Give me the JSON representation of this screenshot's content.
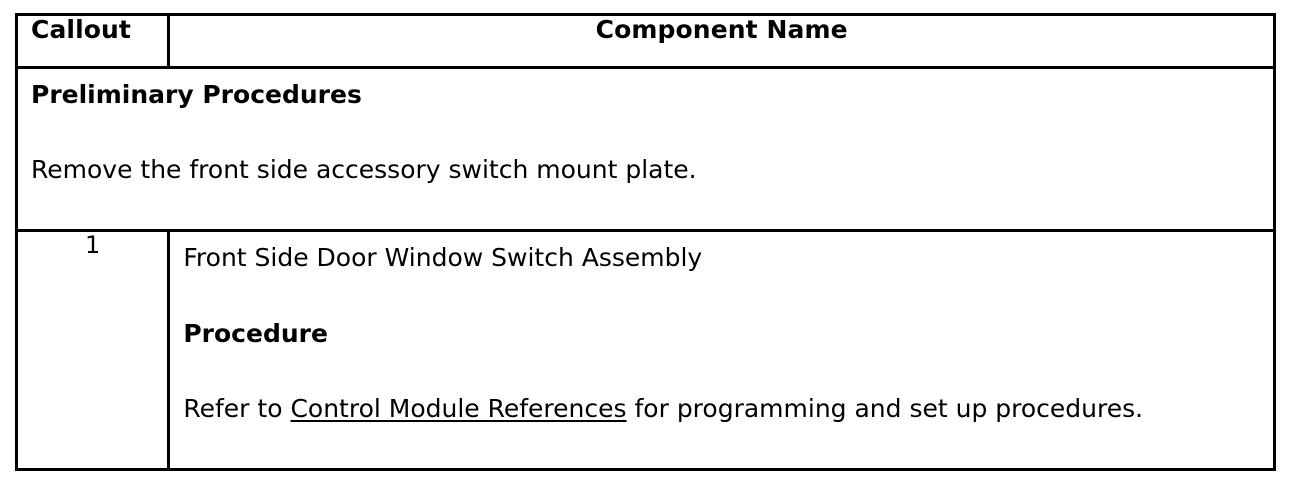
{
  "table": {
    "headers": {
      "callout": "Callout",
      "component_name": "Component Name"
    },
    "preliminary_row": {
      "heading": "Preliminary Procedures",
      "body": "Remove the front side accessory switch mount plate."
    },
    "rows": [
      {
        "callout": "1",
        "component_name": "Front Side Door Window Switch Assembly",
        "procedure_heading": "Procedure",
        "procedure_text_before_link": "Refer to ",
        "procedure_link": "Control Module References",
        "procedure_text_after_link": " for programming and set up procedures."
      }
    ]
  },
  "colors": {
    "border": "#000000",
    "text": "#000000",
    "background": "#ffffff"
  }
}
